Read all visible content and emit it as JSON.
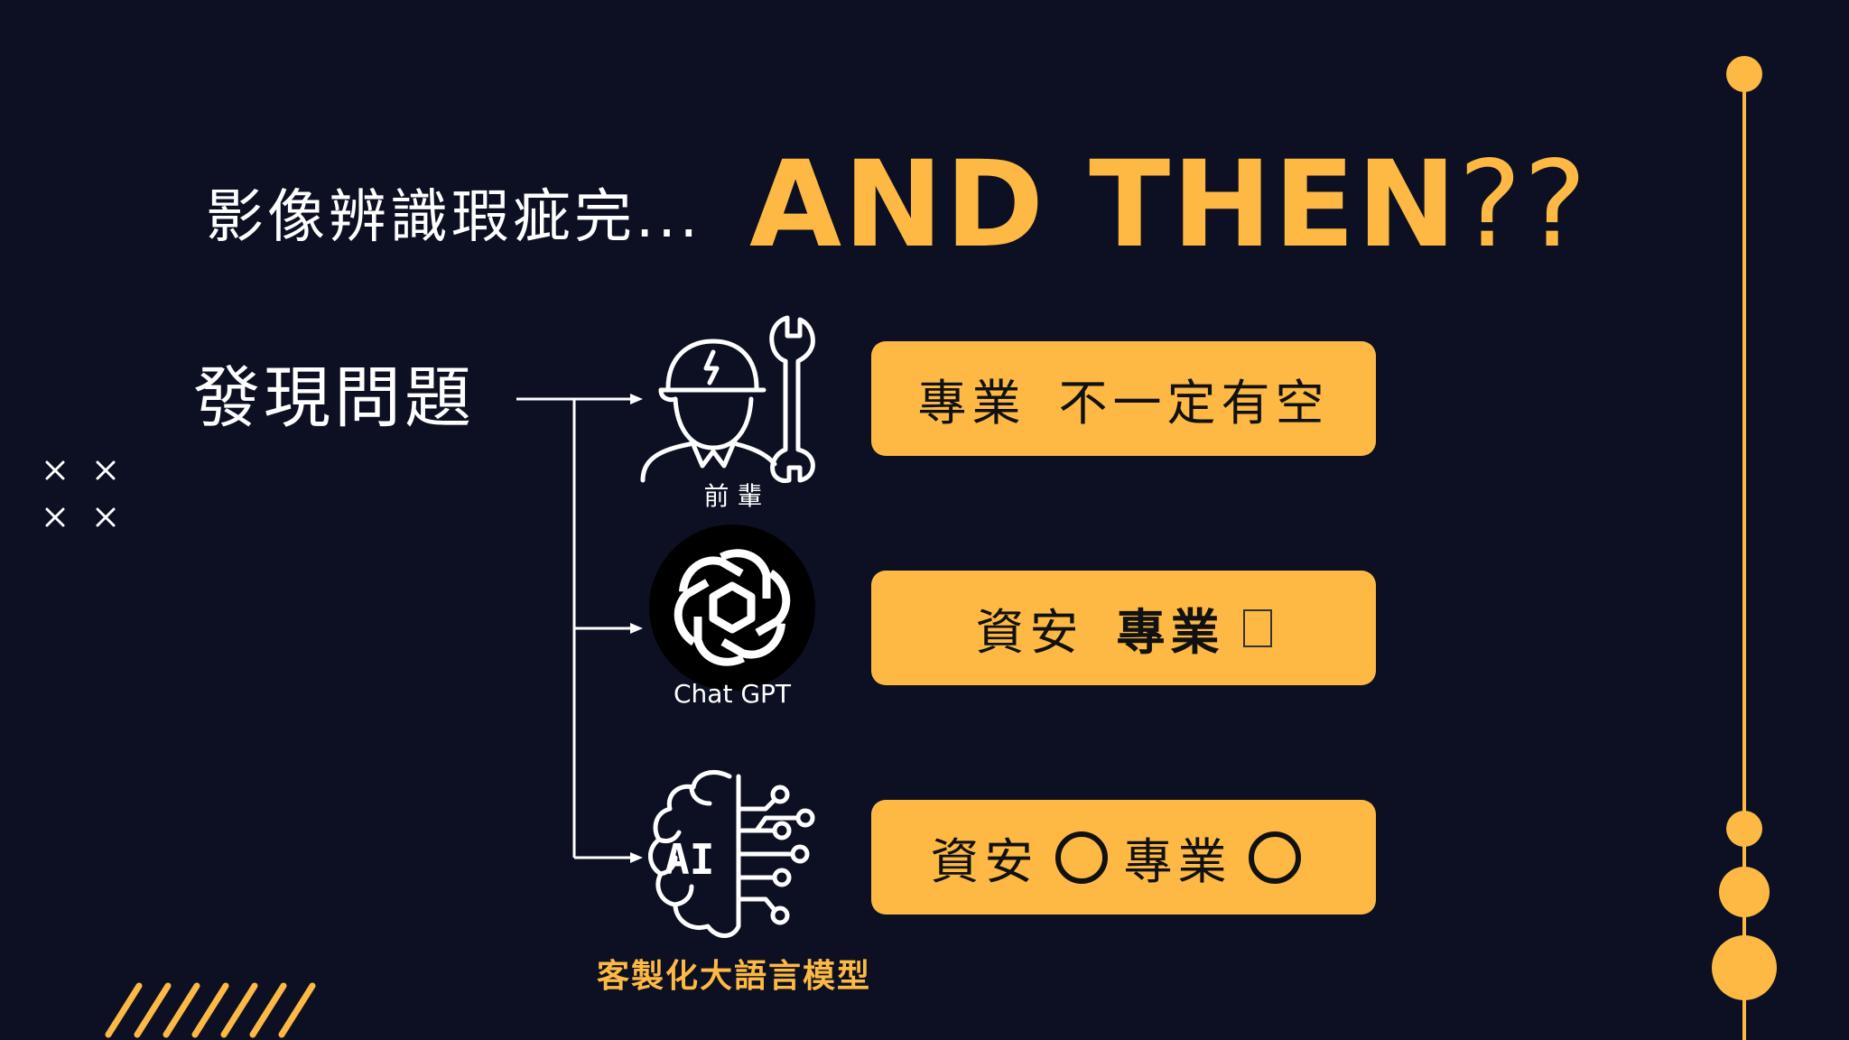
{
  "title": {
    "chinese": "影像辨識瑕疵完...",
    "english_main": "AND THEN",
    "english_q": "??"
  },
  "problem_label": "發現問題",
  "options": [
    {
      "icon": "engineer-wrench-icon",
      "label": "前 輩",
      "card": {
        "part1": "專業",
        "part2": "不一定有空"
      }
    },
    {
      "icon": "chatgpt-logo-icon",
      "label": "Chat GPT",
      "card": {
        "part1": "資安",
        "part2": "專業"
      }
    },
    {
      "icon": "ai-brain-circuit-icon",
      "label": "客製化大語言模型",
      "card": {
        "part1": "資安",
        "part2": "專業"
      }
    }
  ],
  "colors": {
    "background": "#0c1022",
    "accent": "#fdb944",
    "text": "#ffffff"
  }
}
